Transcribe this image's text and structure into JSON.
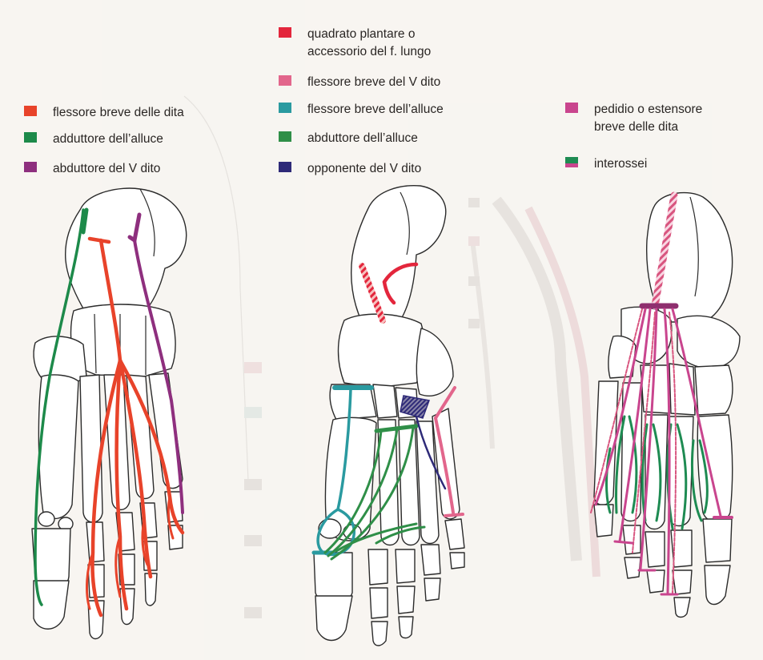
{
  "colors": {
    "background": "#f7f5f1",
    "flessore_breve_dita": "#e8432a",
    "adduttore_alluce": "#1d8a4a",
    "abduttore_v_dito": "#8e2f7e",
    "quadrato_plantare": "#e3263c",
    "flessore_breve_v_dito": "#e2668c",
    "flessore_breve_alluce": "#2a9aa0",
    "abduttore_alluce": "#2f8f48",
    "opponente_v_dito": "#2e2a78",
    "pedidio": "#c9458e",
    "interossei": "#1e8b52"
  },
  "legend_left": [
    {
      "label": "flessore breve delle dita",
      "color": "#e8432a",
      "icon": "color-swatch"
    },
    {
      "label": "adduttore  dell’alluce",
      "color": "#1d8a4a",
      "icon": "color-swatch"
    },
    {
      "label": "abduttore del V dito",
      "color": "#8e2f7e",
      "icon": "color-swatch"
    }
  ],
  "legend_middle": [
    {
      "label": "quadrato plantare o\naccessorio del f. lungo",
      "color": "#e3263c",
      "icon": "color-swatch"
    },
    {
      "label": "flessore breve del V dito",
      "color": "#e2668c",
      "icon": "color-swatch"
    },
    {
      "label": "flessore breve dell’alluce",
      "color": "#2a9aa0",
      "icon": "color-swatch"
    },
    {
      "label": "abduttore dell’alluce",
      "color": "#2f8f48",
      "icon": "color-swatch"
    },
    {
      "label": "opponente del V dito",
      "color": "#2e2a78",
      "icon": "color-swatch"
    }
  ],
  "legend_right": [
    {
      "label": "pedidio o estensore\nbreve delle dita",
      "color": "#c9458e",
      "icon": "color-swatch"
    },
    {
      "label": "interossei",
      "color": "#1e8b52",
      "icon": "color-swatch"
    }
  ]
}
